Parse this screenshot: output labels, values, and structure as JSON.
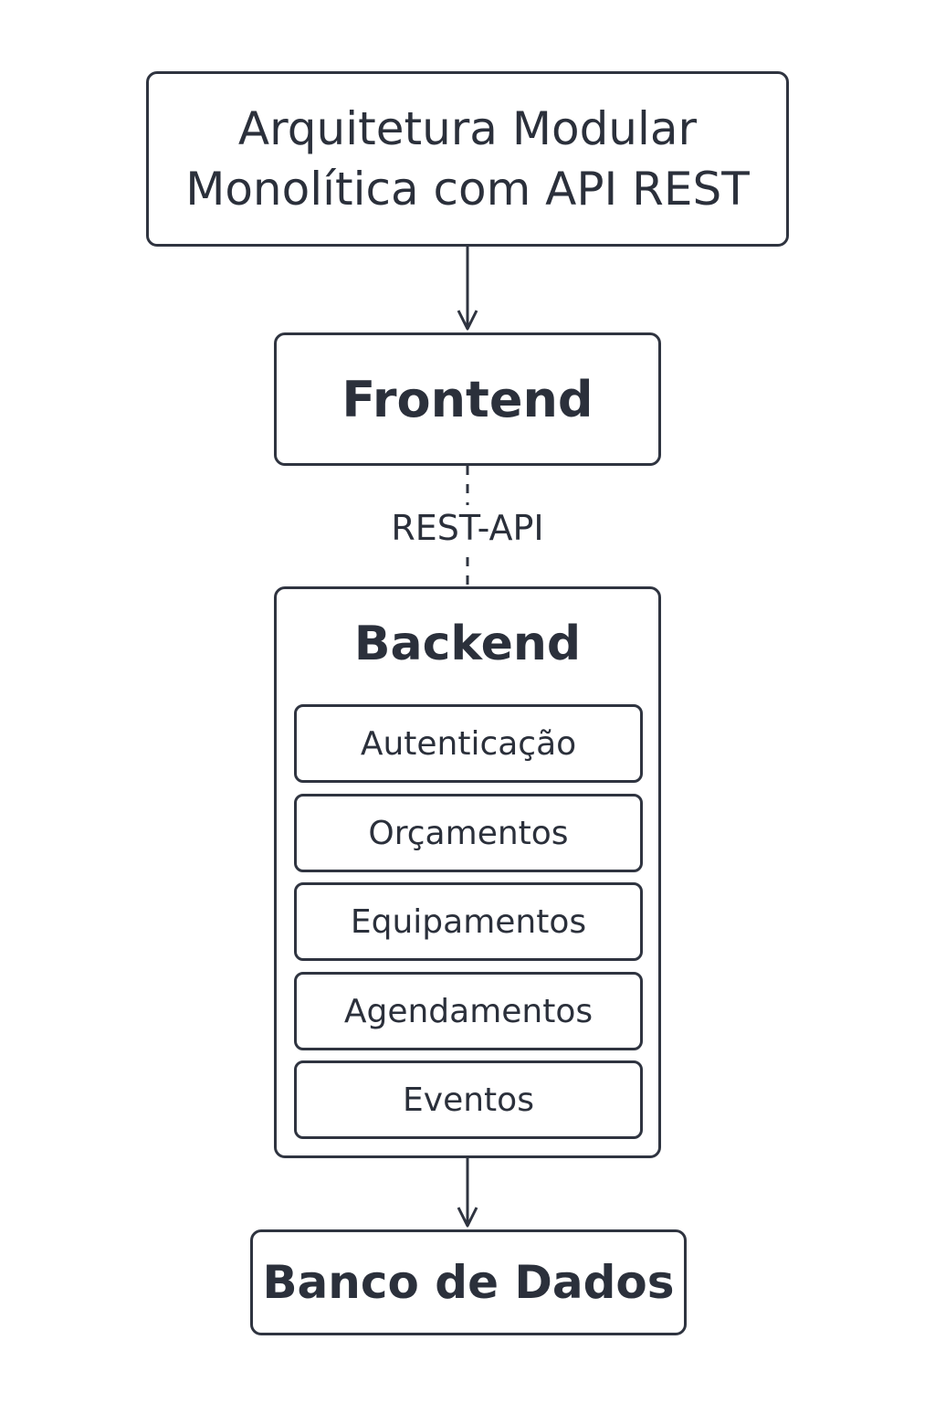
{
  "diagram": {
    "title": "Arquitetura Modular\nMonolítica com API REST",
    "frontend": "Frontend",
    "connector_label": "REST-API",
    "backend": {
      "title": "Backend",
      "modules": [
        "Autenticação",
        "Orçamentos",
        "Equipamentos",
        "Agendamentos",
        "Eventos"
      ]
    },
    "database": "Banco de Dados",
    "colors": {
      "stroke": "#2f3440",
      "text": "#2b303b",
      "background": "#ffffff"
    }
  }
}
